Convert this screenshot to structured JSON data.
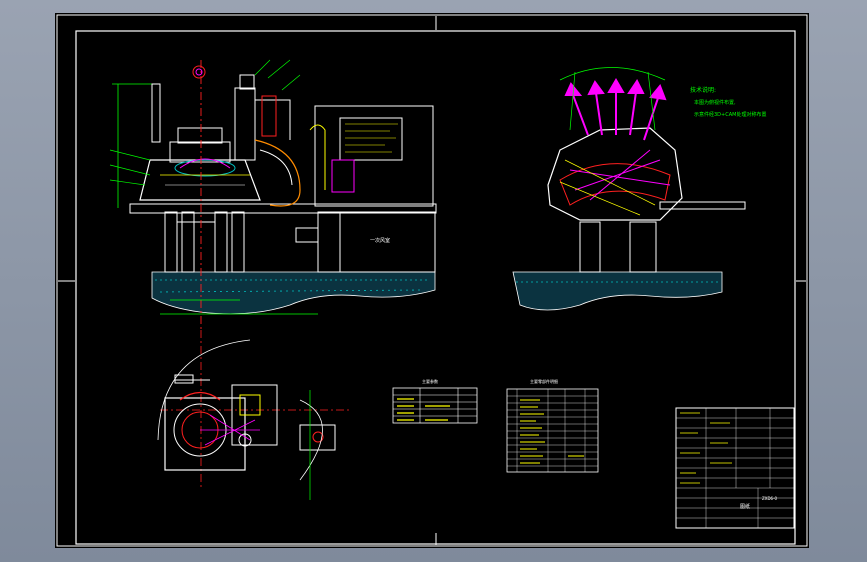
{
  "drawing": {
    "tech_notes": {
      "heading": "技术说明:",
      "line1": "本图为俯视件布置,",
      "line2": "示意件经3D+CAM处理对称布置"
    },
    "label_plate": "一次风室",
    "table1_title": "主要参数",
    "table2_title": "主要零部件明细",
    "title_block_name": "图纸",
    "title_block_code": "ZXD6-0"
  },
  "colors": {
    "sheet": "#000000",
    "frame": "#ffffff",
    "dim": "#00ff00",
    "axis": "#ff2020",
    "accent": "#ff00ff",
    "ground": "#00bfbf"
  }
}
